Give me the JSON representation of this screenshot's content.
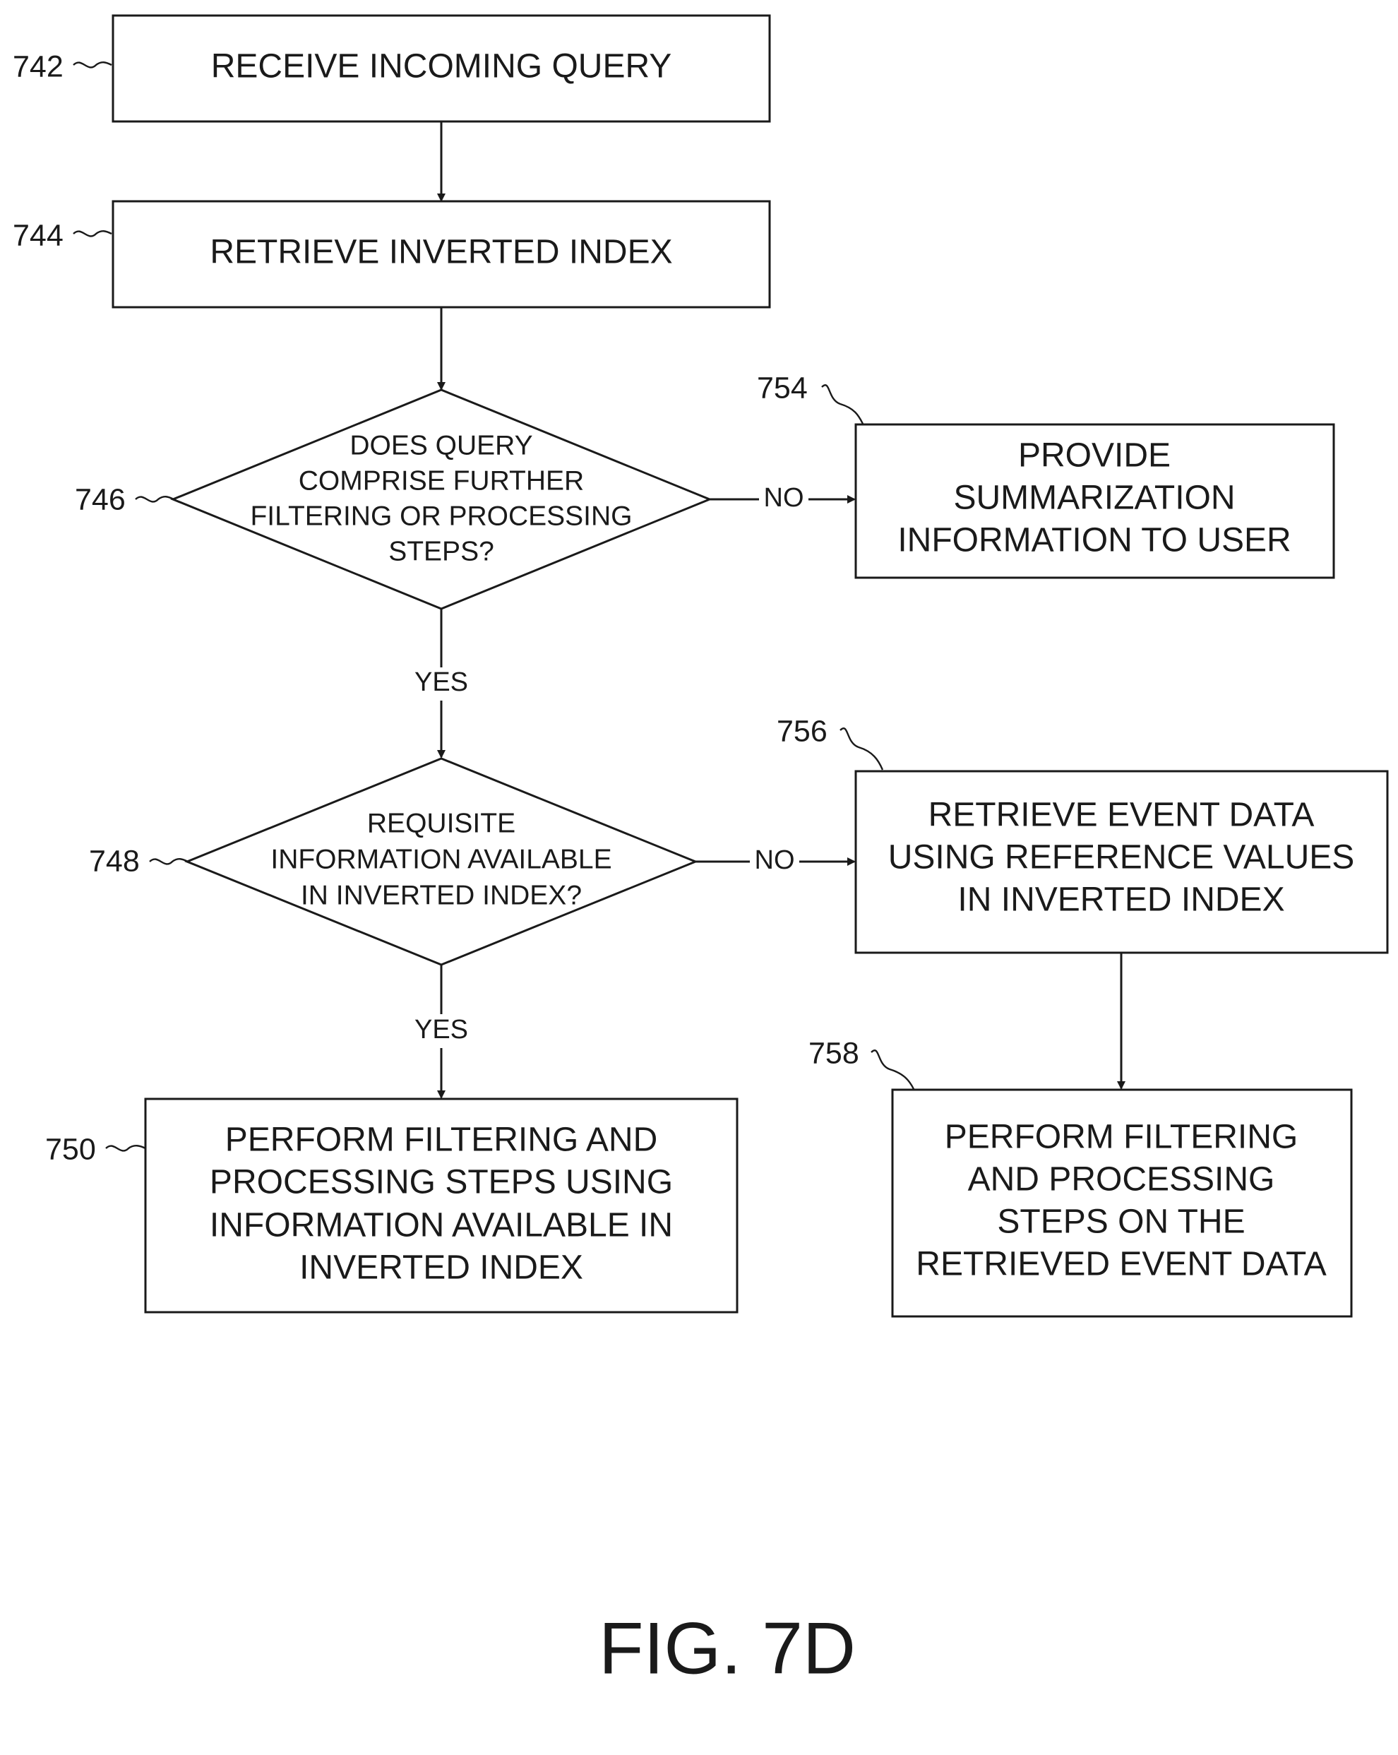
{
  "figure": {
    "label": "FIG. 7D"
  },
  "steps": {
    "s742": {
      "ref": "742",
      "lines": [
        "RECEIVE INCOMING QUERY"
      ]
    },
    "s744": {
      "ref": "744",
      "lines": [
        "RETRIEVE INVERTED INDEX"
      ]
    },
    "s746": {
      "ref": "746",
      "lines": [
        "DOES QUERY",
        "COMPRISE FURTHER",
        "FILTERING OR PROCESSING",
        "STEPS?"
      ]
    },
    "s748": {
      "ref": "748",
      "lines": [
        "REQUISITE",
        "INFORMATION AVAILABLE",
        "IN INVERTED INDEX?"
      ]
    },
    "s750": {
      "ref": "750",
      "lines": [
        "PERFORM FILTERING AND",
        "PROCESSING STEPS USING",
        "INFORMATION AVAILABLE IN",
        "INVERTED INDEX"
      ]
    },
    "s754": {
      "ref": "754",
      "lines": [
        "PROVIDE",
        "SUMMARIZATION",
        "INFORMATION TO USER"
      ]
    },
    "s756": {
      "ref": "756",
      "lines": [
        "RETRIEVE EVENT DATA",
        "USING REFERENCE VALUES",
        "IN INVERTED INDEX"
      ]
    },
    "s758": {
      "ref": "758",
      "lines": [
        "PERFORM FILTERING",
        "AND PROCESSING",
        "STEPS ON THE",
        "RETRIEVED EVENT DATA"
      ]
    }
  },
  "edge_labels": {
    "d746_no": "NO",
    "d746_yes": "YES",
    "d748_no": "NO",
    "d748_yes": "YES"
  }
}
